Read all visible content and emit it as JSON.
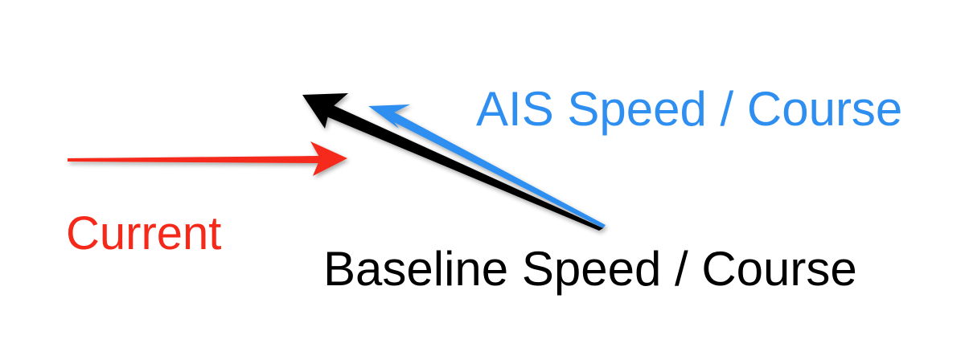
{
  "labels": {
    "ais": "AIS Speed / Course",
    "current": "Current",
    "baseline": "Baseline Speed / Course"
  },
  "colors": {
    "ais": "#2f8ff0",
    "current": "#f5291a",
    "baseline": "#000000",
    "background": "#ffffff"
  }
}
